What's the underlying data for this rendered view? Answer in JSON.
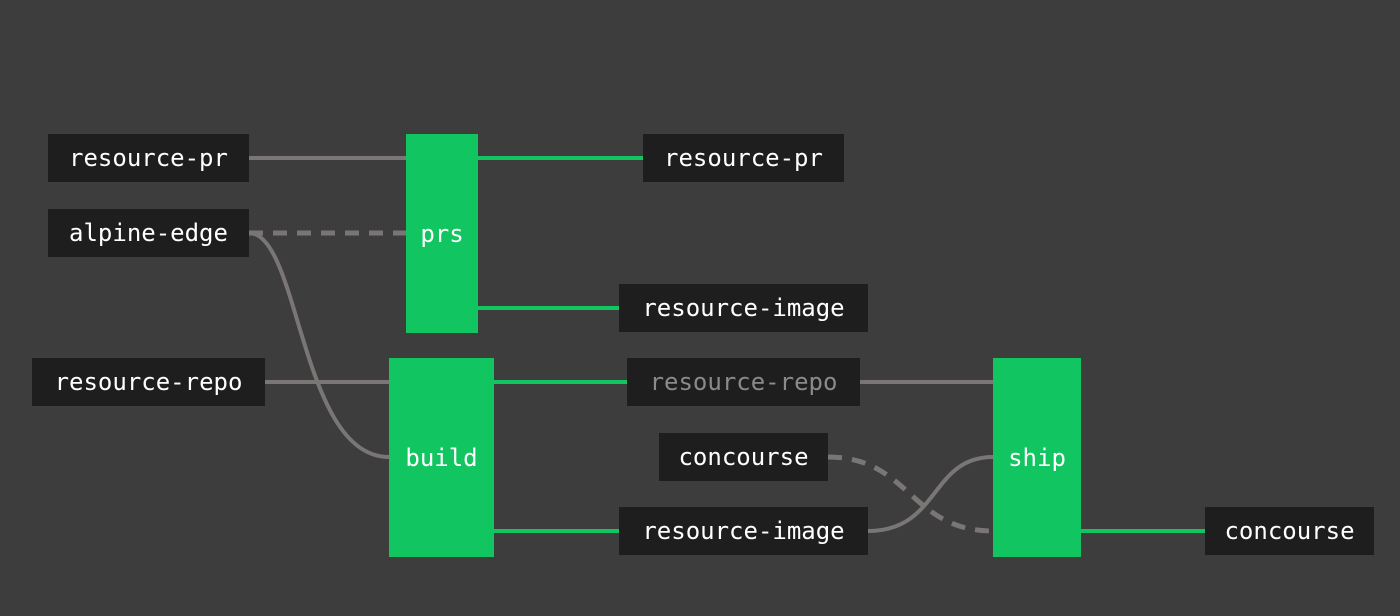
{
  "colors": {
    "background": "#3d3d3d",
    "resource_bg": "#1e1e1e",
    "job_green": "#11c560",
    "edge_gray": "#7a7676",
    "edge_green": "#11c560",
    "text": "#ffffff",
    "text_dim": "#8a8a8a"
  },
  "jobs": {
    "prs": "prs",
    "build": "build",
    "ship": "ship"
  },
  "inputs": {
    "resource_pr": "resource-pr",
    "alpine_edge": "alpine-edge",
    "resource_repo": "resource-repo"
  },
  "outputs": {
    "prs_resource_pr": "resource-pr",
    "prs_resource_image": "resource-image",
    "build_resource_repo": "resource-repo",
    "concourse_in": "concourse",
    "build_resource_image": "resource-image",
    "ship_concourse": "concourse"
  },
  "edges": [
    {
      "from": "resource-pr",
      "to": "prs",
      "style": "solid",
      "kind": "input"
    },
    {
      "from": "alpine-edge",
      "to": "prs",
      "style": "dashed",
      "kind": "input"
    },
    {
      "from": "alpine-edge",
      "to": "build",
      "style": "solid",
      "kind": "input"
    },
    {
      "from": "resource-repo",
      "to": "build",
      "style": "solid",
      "kind": "input"
    },
    {
      "from": "prs",
      "to": "resource-pr",
      "style": "solid",
      "kind": "output"
    },
    {
      "from": "prs",
      "to": "resource-image",
      "style": "solid",
      "kind": "output"
    },
    {
      "from": "build",
      "to": "resource-repo",
      "style": "solid",
      "kind": "output"
    },
    {
      "from": "build",
      "to": "resource-image",
      "style": "solid",
      "kind": "output"
    },
    {
      "from": "resource-repo",
      "to": "ship",
      "style": "solid",
      "kind": "input"
    },
    {
      "from": "concourse",
      "to": "ship",
      "style": "dashed",
      "kind": "input"
    },
    {
      "from": "resource-image",
      "to": "ship",
      "style": "solid",
      "kind": "input"
    },
    {
      "from": "ship",
      "to": "concourse",
      "style": "solid",
      "kind": "output"
    }
  ]
}
